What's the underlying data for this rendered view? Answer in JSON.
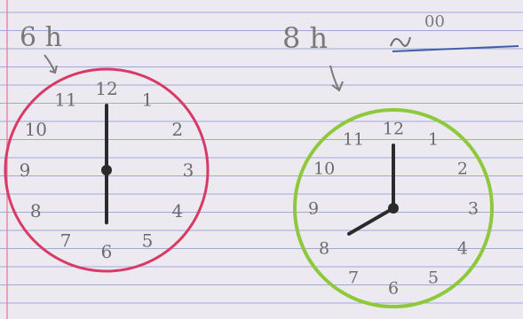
{
  "headings": {
    "left": "6 h",
    "right_hour": "8 h",
    "right_minutes": "00"
  },
  "clock_left": {
    "time": "6:00",
    "hour": 6,
    "minute": 0,
    "numbers": [
      "12",
      "1",
      "2",
      "3",
      "4",
      "5",
      "6",
      "7",
      "8",
      "9",
      "10",
      "11"
    ],
    "face_color": "#d83a66"
  },
  "clock_right": {
    "time": "8:00",
    "hour": 8,
    "minute": 0,
    "numbers": [
      "12",
      "1",
      "2",
      "3",
      "4",
      "5",
      "6",
      "7",
      "8",
      "9",
      "10",
      "11"
    ],
    "face_color": "#8ec83c"
  },
  "colors": {
    "paper": "#ece9f0",
    "ruled_line": "#9ea9d6",
    "margin_line": "#e48aa8",
    "pencil": "#6c6c6c",
    "ink": "#2b2b2b",
    "underline_blue": "#3e5fa8"
  }
}
